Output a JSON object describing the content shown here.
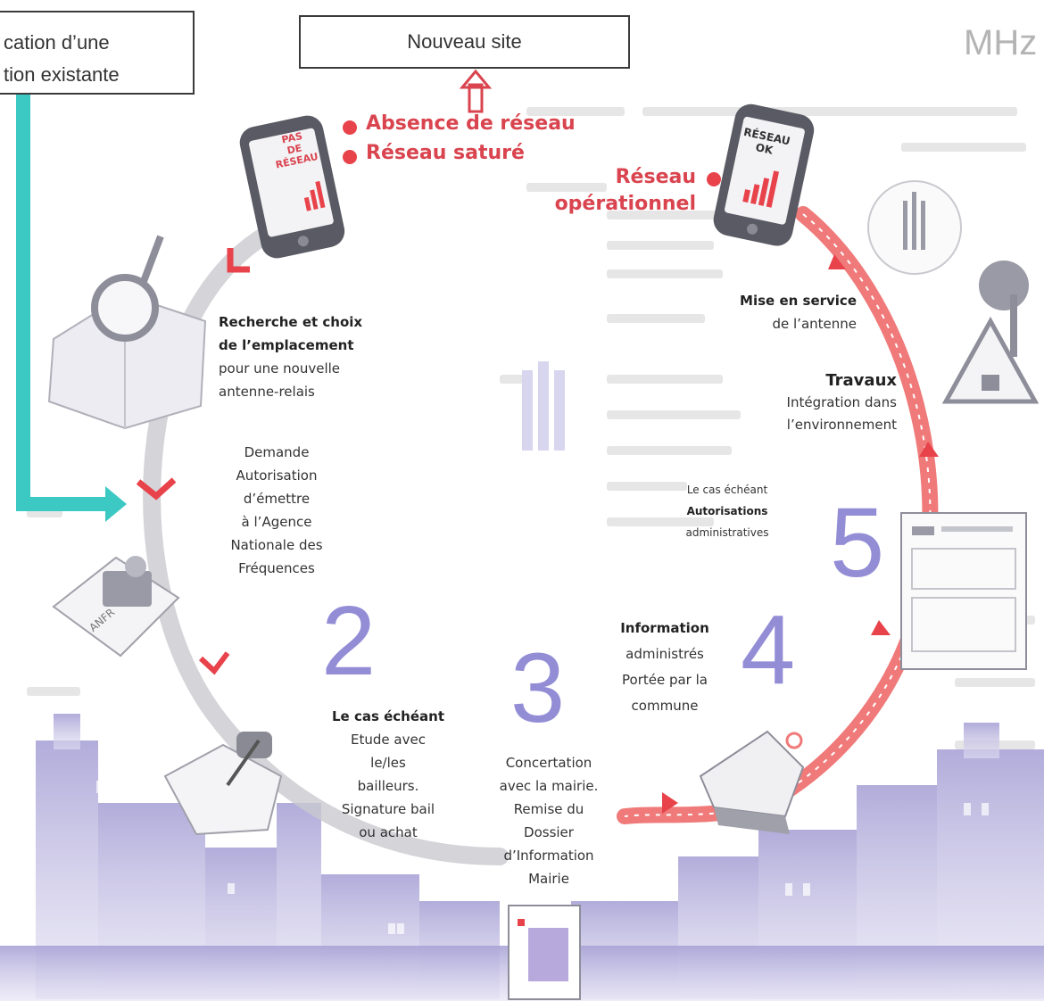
{
  "boxes": {
    "modification_line1": "cation d’une",
    "modification_line2": "tion existante",
    "new_site": "Nouveau site"
  },
  "phone_left": {
    "screen_text": "PAS\nDE\nRÉSEAU"
  },
  "phone_right": {
    "screen_text": "RÉSEAU\nOK"
  },
  "problems": {
    "item1": "Absence de réseau",
    "item2": "Réseau saturé"
  },
  "operational": {
    "line1": "Réseau",
    "line2": "opérationnel"
  },
  "steps": {
    "search": {
      "line1": "Recherche et choix",
      "line2": "de l’emplacement",
      "line3": "pour une nouvelle",
      "line4": "antenne-relais"
    },
    "request": {
      "line1": "Demande",
      "line2": "Autorisation",
      "line3": "d’émettre",
      "line4": "à l’Agence",
      "line5": "Nationale des",
      "line6": "Fréquences"
    },
    "lease": {
      "line1": "Le cas échéant",
      "line2": "Etude avec",
      "line3": "le/les",
      "line4": "bailleurs.",
      "line5": "Signature bail",
      "line6": "ou achat"
    },
    "concertation": {
      "line1": "Concertation",
      "line2": "avec la mairie.",
      "line3": "Remise du",
      "line4": "Dossier",
      "line5": "d’Information",
      "line6": "Mairie"
    },
    "information": {
      "line1": "Information",
      "line2": "administrés",
      "line3": "Portée par la",
      "line4": "commune"
    },
    "authorizations": {
      "line1": "Le cas échéant",
      "line2": "Autorisations",
      "line3": "administratives"
    },
    "works": {
      "title": "Travaux",
      "line1": "Intégration dans",
      "line2": "l’environnement"
    },
    "service": {
      "line1": "Mise en service",
      "line2": "de l’antenne"
    }
  },
  "numbers": {
    "n2": "2",
    "n3": "3",
    "n4": "4",
    "n5": "5"
  },
  "anfr_label": "ANFR",
  "background_text": {
    "corner": "MHz"
  },
  "colors": {
    "accent_red": "#d9444f",
    "teal": "#3cc9c4",
    "violet": "#6f67c9",
    "city": "#a9a3d6"
  }
}
